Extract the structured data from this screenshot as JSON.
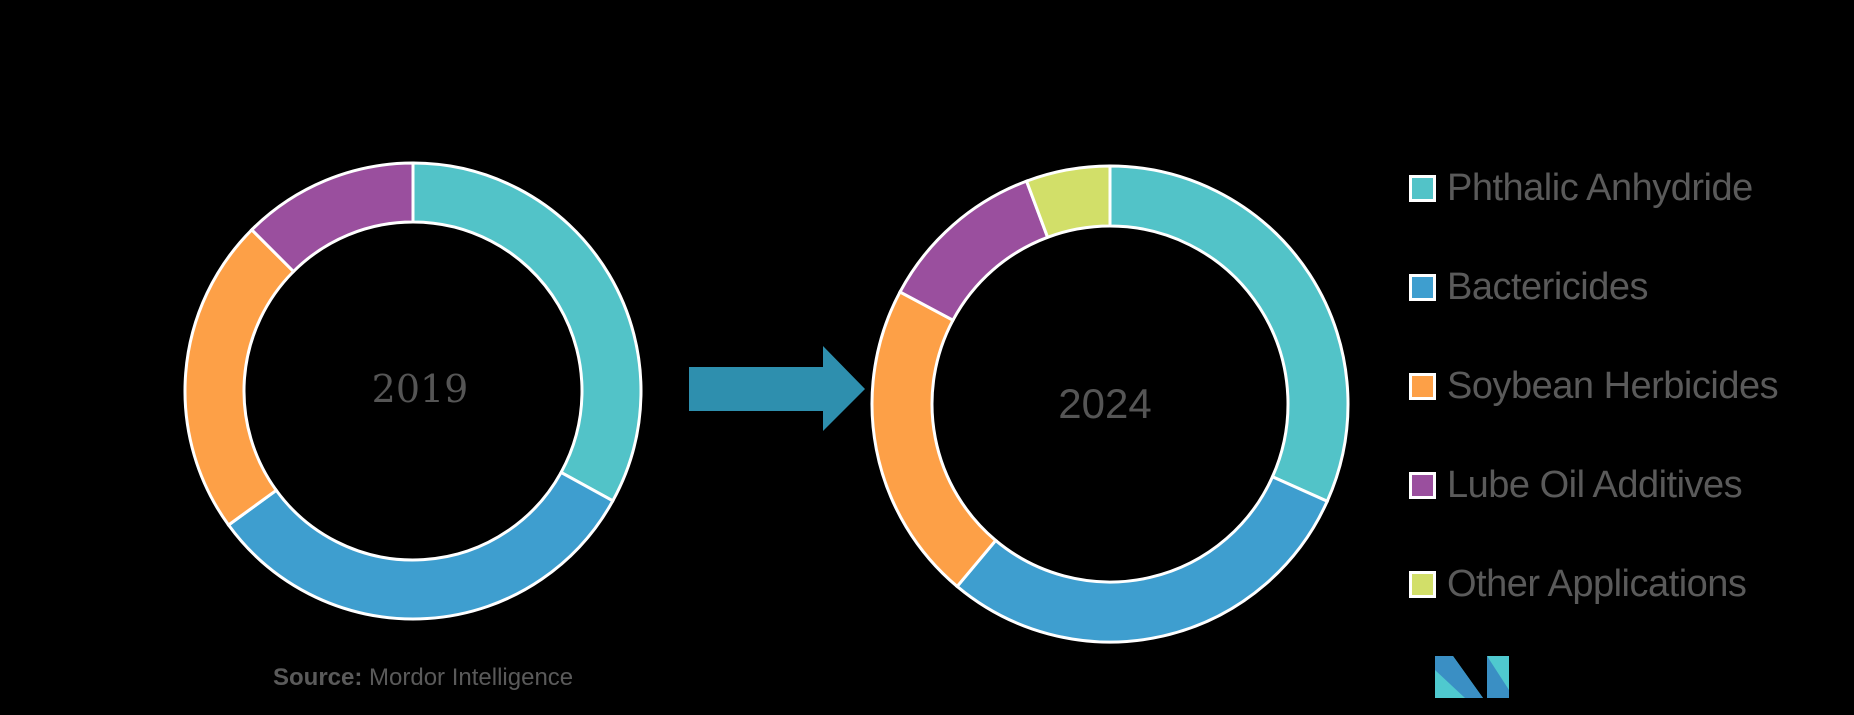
{
  "chart_data": [
    {
      "type": "pie",
      "variant": "donut",
      "title": "",
      "center_label": "2019",
      "categories": [
        "Phthalic Anhydride",
        "Bactericides",
        "Soybean Herbicides",
        "Lube Oil Additives"
      ],
      "values": [
        33,
        32,
        22.5,
        12.5
      ],
      "unit": "%",
      "colors": [
        "#52C3C8",
        "#3E9ECF",
        "#FDA047",
        "#9A4F9E"
      ],
      "start_angle": 0,
      "direction": "clockwise"
    },
    {
      "type": "pie",
      "variant": "donut",
      "title": "",
      "center_label": "2024",
      "categories": [
        "Phthalic Anhydride",
        "Bactericides",
        "Soybean Herbicides",
        "Lube Oil Additives",
        "Other Applications"
      ],
      "values": [
        31.7,
        29.4,
        21.7,
        11.5,
        5.7
      ],
      "unit": "%",
      "colors": [
        "#52C3C8",
        "#3E9ECF",
        "#FDA047",
        "#9A4F9E",
        "#D2DF69"
      ],
      "start_angle": 0,
      "direction": "clockwise"
    }
  ],
  "charts": {
    "left": {
      "year": "2019"
    },
    "right": {
      "year": "2024"
    }
  },
  "arrow": {
    "color": "#2E8FAE",
    "direction": "right"
  },
  "legend": {
    "position": "right",
    "items": [
      {
        "label": "Phthalic Anhydride",
        "color": "#52C3C8"
      },
      {
        "label": "Bactericides",
        "color": "#3E9ECF"
      },
      {
        "label": "Soybean Herbicides",
        "color": "#FDA047"
      },
      {
        "label": "Lube Oil Additives",
        "color": "#9A4F9E"
      },
      {
        "label": "Other Applications",
        "color": "#D2DF69"
      }
    ]
  },
  "source": {
    "prefix": "Source:",
    "text": " Mordor Intelligence"
  },
  "logo": {
    "name": "mordor-intelligence-logo",
    "colors": [
      "#3A8FC4",
      "#4FC9CF"
    ]
  }
}
